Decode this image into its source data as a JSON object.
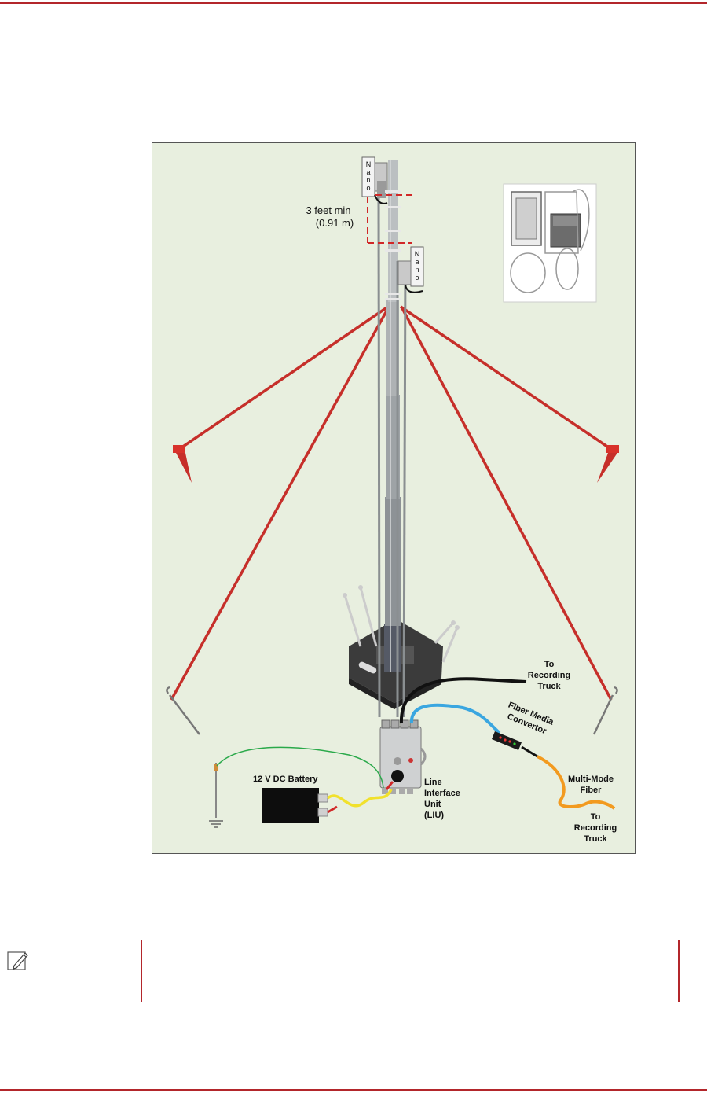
{
  "diagram": {
    "spacing_label_line1": "3 feet min",
    "spacing_label_line2": "(0.91 m)",
    "nano_text": "Nano",
    "truck_top": [
      "To",
      "Recording",
      "Truck"
    ],
    "fiber_media": [
      "Fiber Media",
      "Convertor"
    ],
    "multimode": [
      "Multi-Mode",
      "Fiber"
    ],
    "truck_bottom": [
      "To",
      "Recording",
      "Truck"
    ],
    "battery": "12 V DC Battery",
    "liu": [
      "Line",
      "Interface",
      "Unit",
      "(LIU)"
    ]
  },
  "colors": {
    "accent_red": "#b3262b",
    "guy_rope": "#c62f2a",
    "background": "#e8efdf",
    "fiber_blue": "#3aa6e0",
    "fiber_orange": "#f29a1f",
    "ground_wire": "#2aa94a",
    "power_wire": "#f1e12c"
  }
}
